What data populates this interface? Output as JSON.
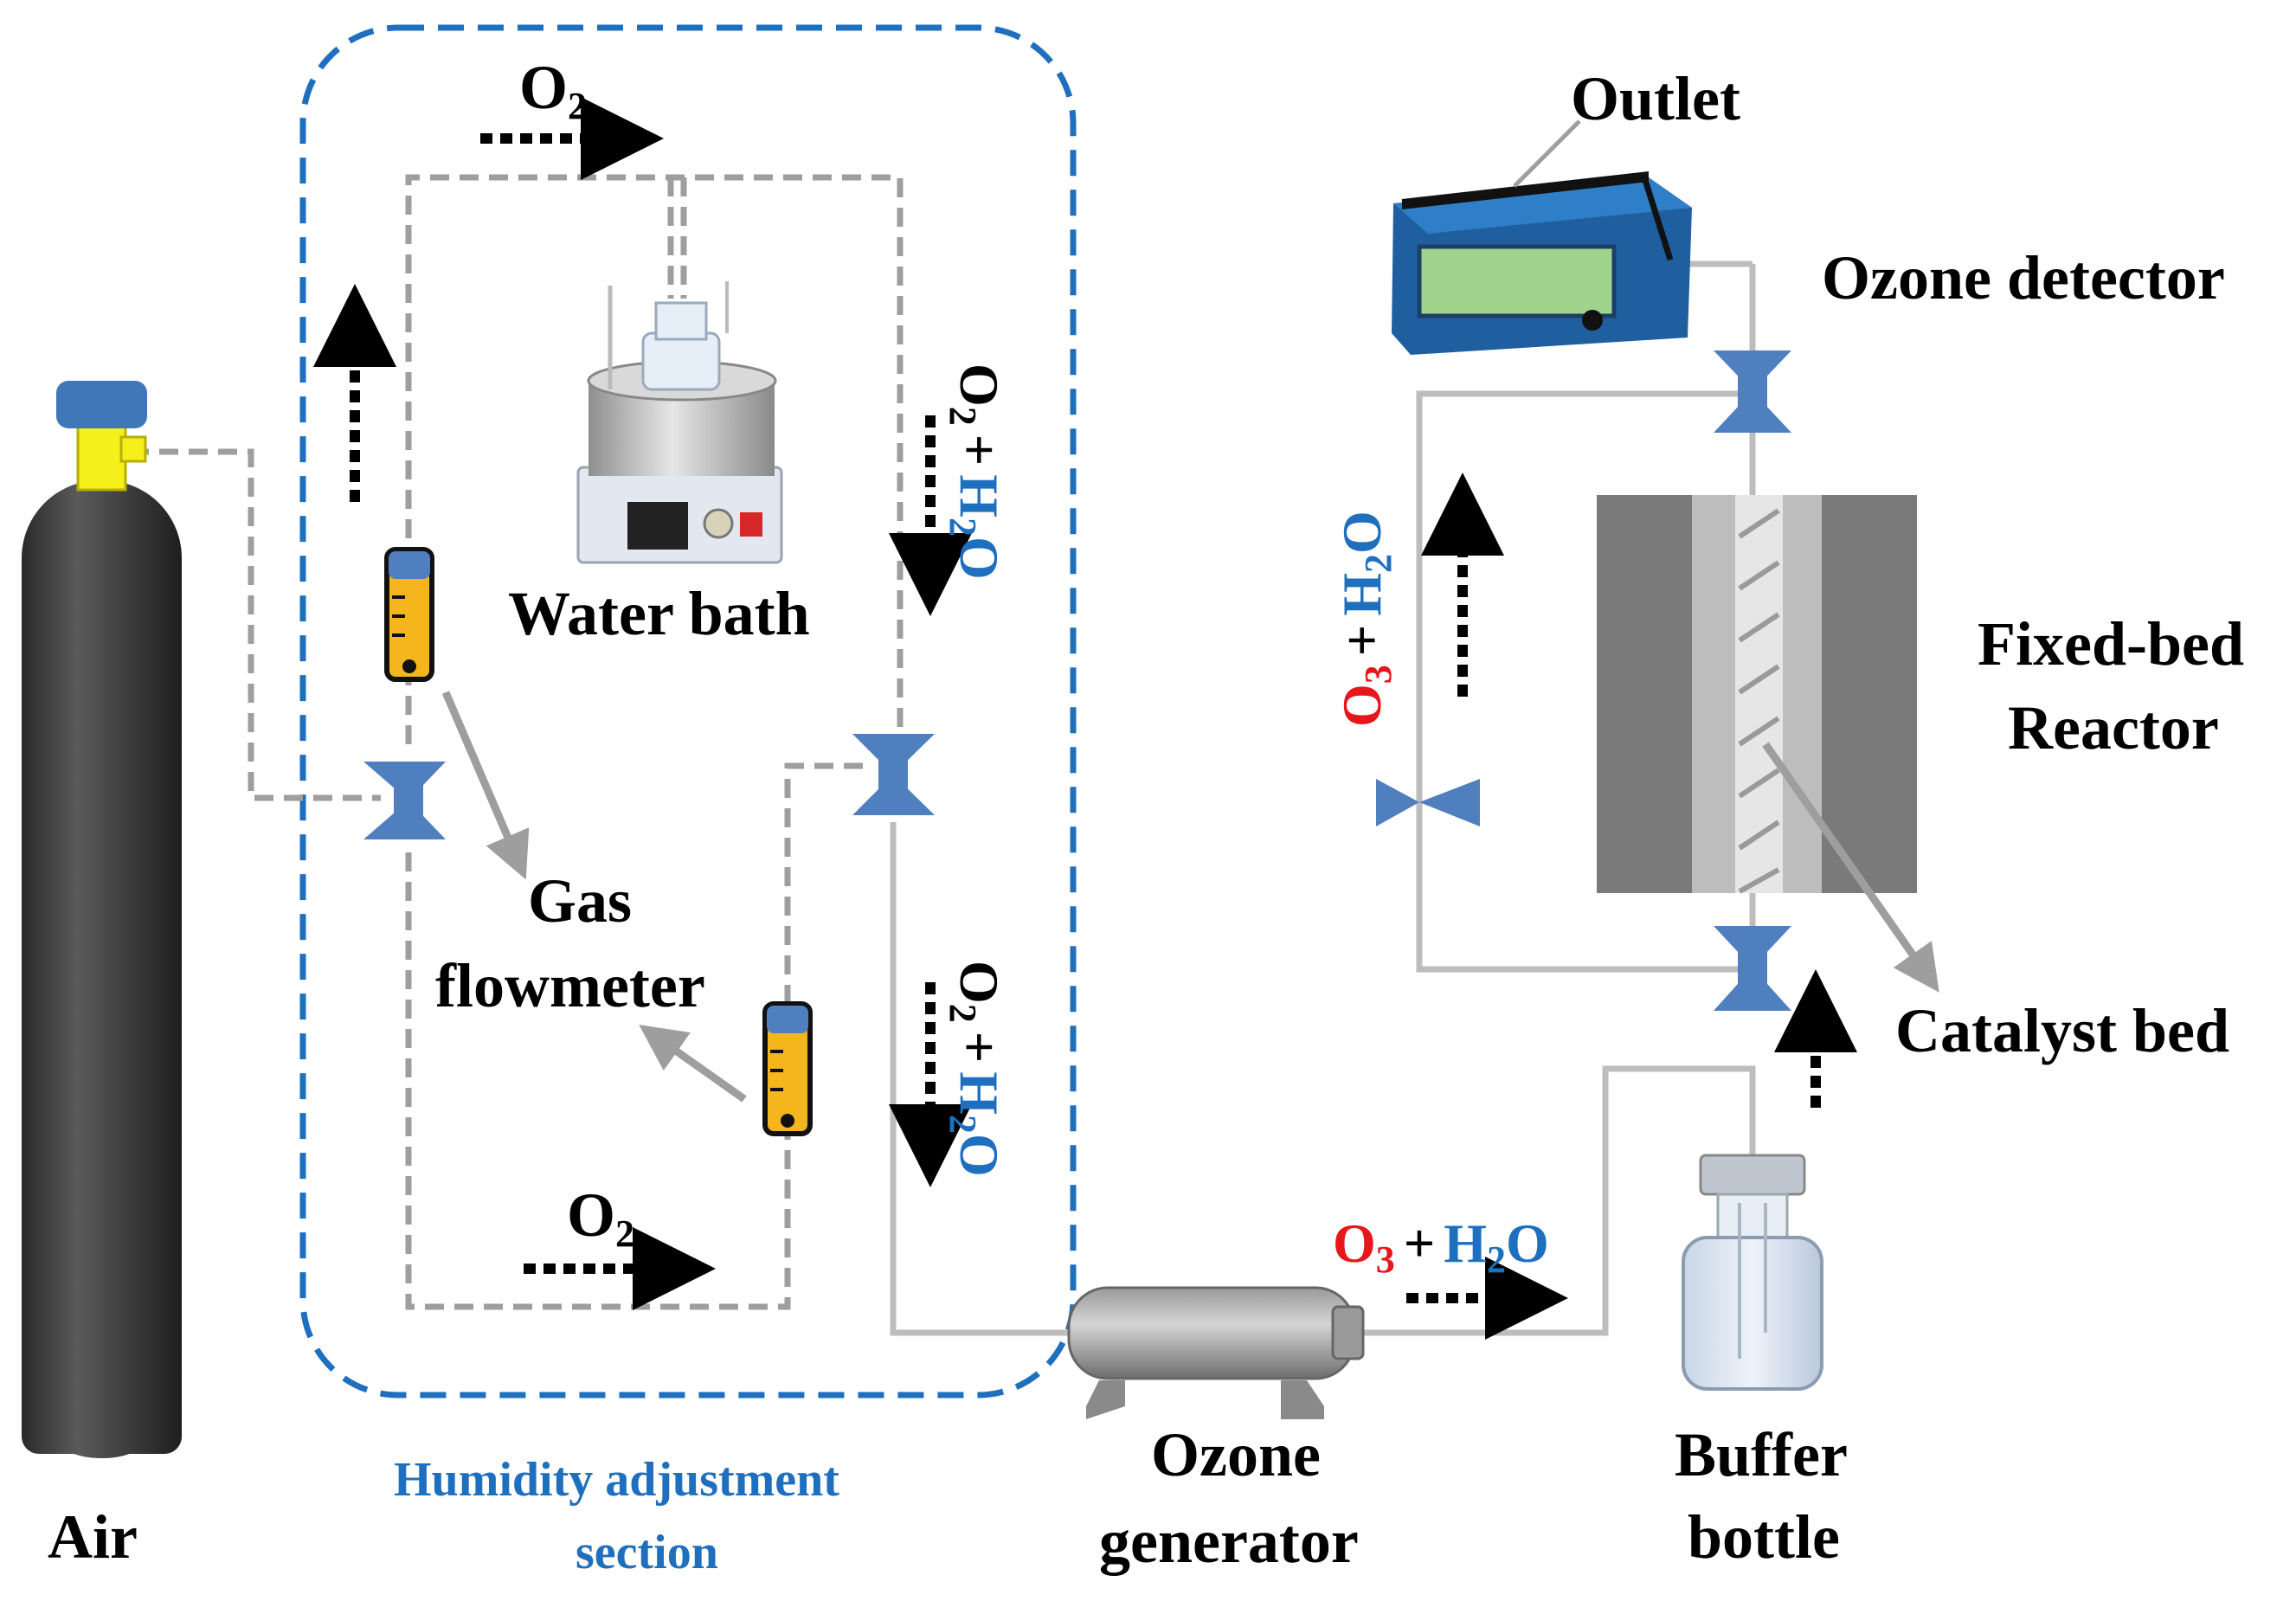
{
  "labels": {
    "air": "Air",
    "humidity_line1": "Humidity adjustment",
    "humidity_line2": "section",
    "water_bath": "Water bath",
    "gas_line1": "Gas",
    "gas_line2": "flowmeter",
    "ozone_gen_line1": "Ozone",
    "ozone_gen_line2": "generator",
    "buffer_line1": "Buffer",
    "buffer_line2": "bottle",
    "outlet": "Outlet",
    "ozone_detector": "Ozone detector",
    "reactor_line1": "Fixed-bed",
    "reactor_line2": "Reactor",
    "catalyst_bed": "Catalyst bed"
  },
  "flows": {
    "o2_symbol": "O",
    "o2_sub": "2",
    "o3_symbol": "O",
    "o3_sub": "3",
    "plus": "+",
    "h2o_h": "H",
    "h2o_sub": "2",
    "h2o_o": "O"
  },
  "colors": {
    "o3": "#e8161b",
    "h2o": "#1f6fbf",
    "valve": "#4f7fbf",
    "pipe": "#bdbdbd",
    "dashed_pipe": "#9e9e9e",
    "humidity_box": "#1f6fbf"
  }
}
